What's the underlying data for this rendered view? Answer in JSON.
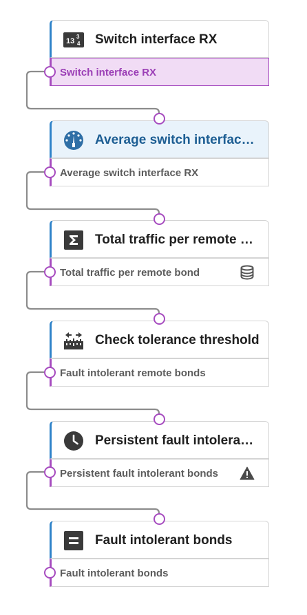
{
  "nodes": [
    {
      "title": "Switch interface RX",
      "output": "Switch interface RX",
      "icon": "numeric-input-icon",
      "output_active": true,
      "badge": null,
      "selected": false
    },
    {
      "title": "Average switch interface …",
      "output": "Average switch interface RX",
      "icon": "gauge-icon",
      "output_active": false,
      "badge": null,
      "selected": true
    },
    {
      "title": "Total traffic per remote b…",
      "output": "Total traffic per remote bond",
      "icon": "sum-icon",
      "output_active": false,
      "badge": "database-icon",
      "selected": false
    },
    {
      "title": "Check tolerance threshold",
      "output": "Fault intolerant remote bonds",
      "icon": "threshold-ruler-icon",
      "output_active": false,
      "badge": null,
      "selected": false
    },
    {
      "title": "Persistent fault intolerant…",
      "output": "Persistent fault intolerant bonds",
      "icon": "clock-icon",
      "output_active": false,
      "badge": "warning-icon",
      "selected": false
    },
    {
      "title": "Fault intolerant bonds",
      "output": "Fault intolerant bonds",
      "icon": "equals-icon",
      "output_active": false,
      "badge": null,
      "selected": false
    }
  ],
  "colors": {
    "card_accent": "#2f83c9",
    "output_accent": "#a64bbf",
    "connector": "#8c8c8c",
    "active_output_bg": "#f1dcf5",
    "selected_card_bg": "#e9f3fb"
  }
}
